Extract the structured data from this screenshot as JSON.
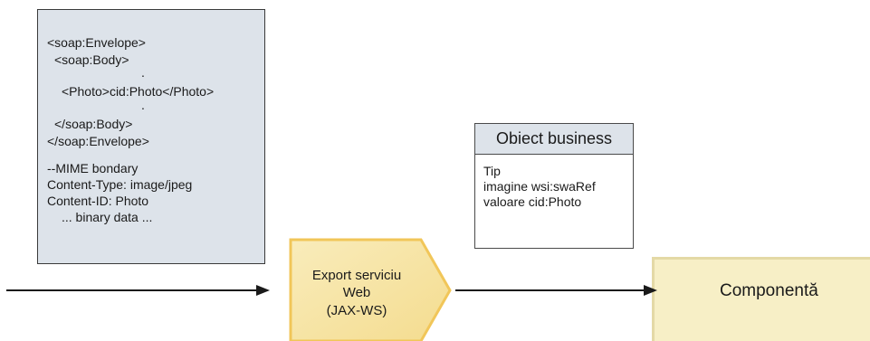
{
  "soap_message": {
    "lines": [
      "<soap:Envelope>",
      "<soap:Body>",
      ".",
      "<Photo>cid:Photo</Photo>",
      ".",
      "</soap:Body>",
      "</soap:Envelope>",
      "--MIME bondary",
      "Content-Type: image/jpeg",
      "Content-ID: Photo",
      "... binary data ..."
    ]
  },
  "business_object": {
    "title": "Obiect business",
    "fields": [
      "Tip",
      "imagine wsi:swaRef",
      "valoare cid:Photo"
    ]
  },
  "export": {
    "lines": [
      "Export serviciu",
      "Web",
      "(JAX-WS)"
    ]
  },
  "component": {
    "label": "Componentă"
  },
  "colors": {
    "soap_fill": "#dde3ea",
    "export_fill": "#f7e3a1",
    "export_border": "#f1c659",
    "component_fill": "#f7efc6",
    "arrow": "#1a1a1a"
  }
}
